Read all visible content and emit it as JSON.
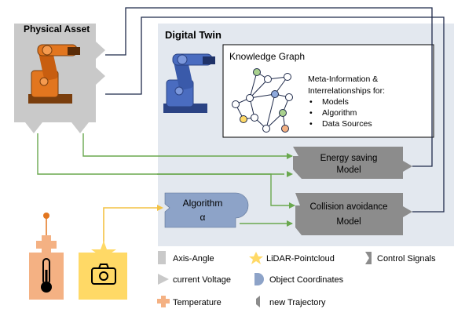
{
  "physical_asset": {
    "title": "Physical Asset"
  },
  "digital_twin": {
    "title": "Digital Twin"
  },
  "knowledge_graph": {
    "title": "Knowledge Graph",
    "description_lines": [
      "Meta-Information &",
      "Interrelationships for:"
    ],
    "items": [
      "Models",
      "Algorithm",
      "Data Sources"
    ]
  },
  "models": {
    "energy": [
      "Energy saving",
      "Model"
    ],
    "collision": [
      "Collision avoidance",
      "Model"
    ]
  },
  "algorithm": {
    "line1": "Algorithm",
    "line2": "α"
  },
  "legend": {
    "axis_angle": "Axis-Angle",
    "lidar": "LiDAR-Pointcloud",
    "control_signals": "Control Signals",
    "current_voltage": "current Voltage",
    "object_coordinates": "Object Coordinates",
    "temperature": "Temperature",
    "new_trajectory": "new Trajectory"
  },
  "colors": {
    "twin_background": "#e3e8ef",
    "asset_gray": "#c9c9c9",
    "model_gray": "#8c8c8c",
    "robot_orange": "#e2761f",
    "robot_blue": "#4a6cc0",
    "algorithm_blue": "#8da3c8",
    "green_line": "#6aa84f",
    "yellow_line": "#f3c244",
    "navy_line": "#1f2a4a",
    "sensor_orange": "#f4b183",
    "camera_yellow": "#ffd966",
    "kg_nodes": [
      "#ffffff",
      "#a9d18e",
      "#8faadc",
      "#ffd966",
      "#f4b183"
    ]
  },
  "icons": [
    "robot-arm-icon",
    "thermometer-icon",
    "camera-icon",
    "lidar-star-icon"
  ]
}
